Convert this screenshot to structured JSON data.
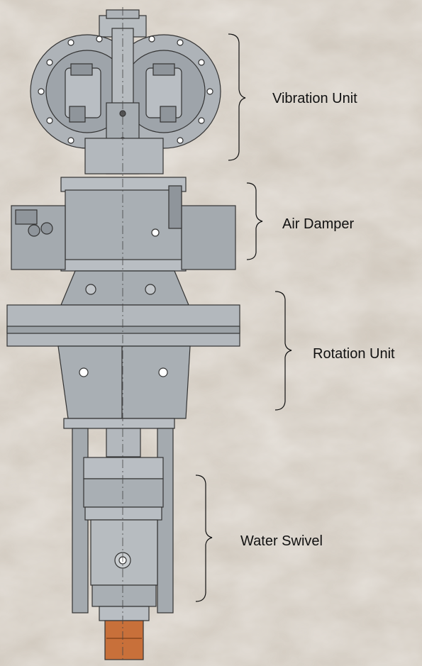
{
  "labels": {
    "vibration_unit": "Vibration Unit",
    "air_damper": "Air Damper",
    "rotation_unit": "Rotation Unit",
    "water_swivel": "Water Swivel"
  },
  "colors": {
    "background": "#d6cfc5",
    "metal": "#aeb3b8",
    "metal_dark": "#8f959b",
    "outline": "#333333",
    "copper": "#c8703a"
  }
}
